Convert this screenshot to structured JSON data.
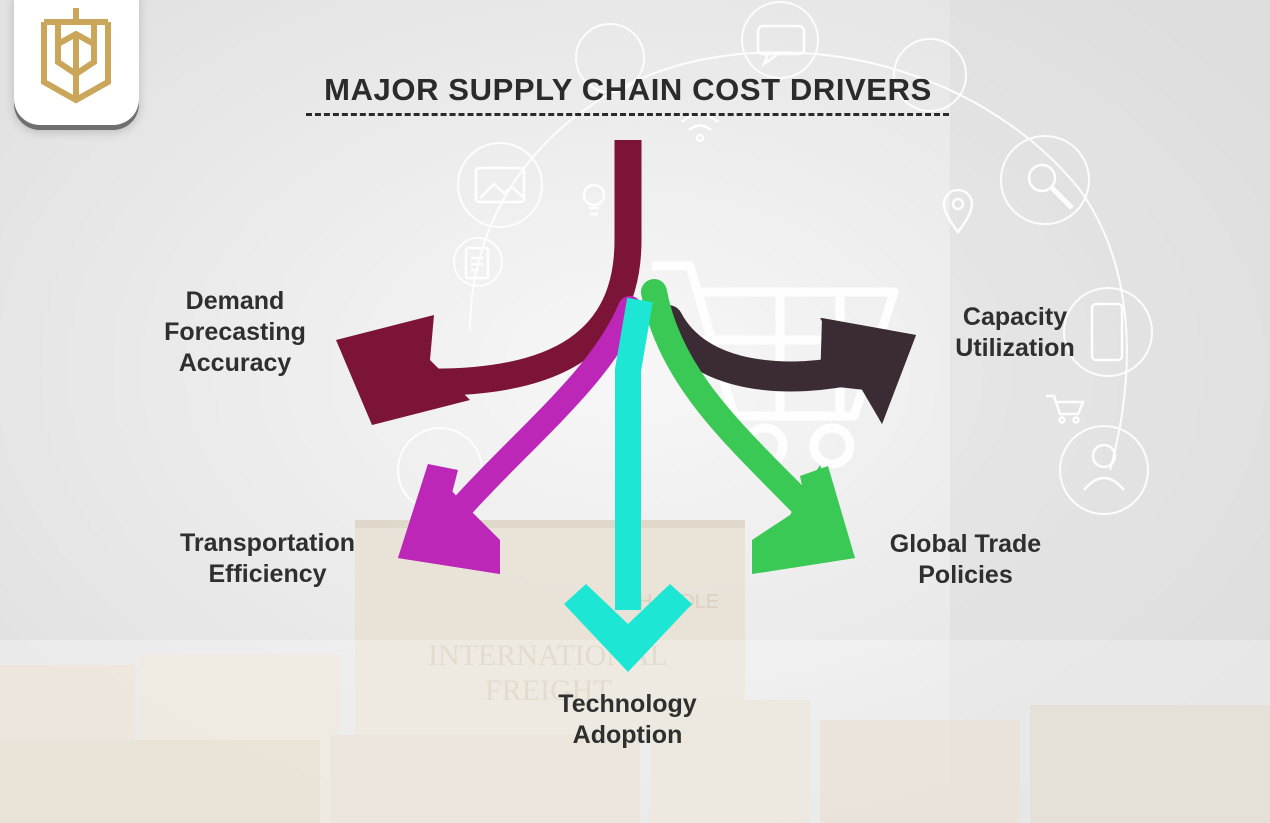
{
  "title": "MAJOR SUPPLY CHAIN COST DRIVERS",
  "drivers": [
    {
      "label_lines": [
        "Demand",
        "Forecasting",
        "Accuracy"
      ],
      "color": "#7c1437"
    },
    {
      "label_lines": [
        "Capacity",
        "Utilization"
      ],
      "color": "#3a2b34"
    },
    {
      "label_lines": [
        "Transportation",
        "Efficiency"
      ],
      "color": "#bc27b8"
    },
    {
      "label_lines": [
        "Global Trade",
        "Policies"
      ],
      "color": "#3bc956"
    },
    {
      "label_lines": [
        "Technology",
        "Adoption"
      ],
      "color": "#1de6d4"
    }
  ],
  "background": {
    "box_print_lines": [
      "INTERNATIONAL",
      "FREIGHT",
      "HANDLE"
    ]
  },
  "icons": [
    "logo-emblem-icon",
    "shopping-cart-icon",
    "network-nodes-icon",
    "wifi-icon",
    "location-pin-icon",
    "magnifier-icon",
    "chat-bubble-icon",
    "image-icon",
    "document-icon",
    "lightbulb-icon",
    "user-icon",
    "mobile-icon",
    "cart-small-icon"
  ],
  "colors": {
    "logo_gold": "#c9a659",
    "title_text": "#2b2b2b"
  }
}
